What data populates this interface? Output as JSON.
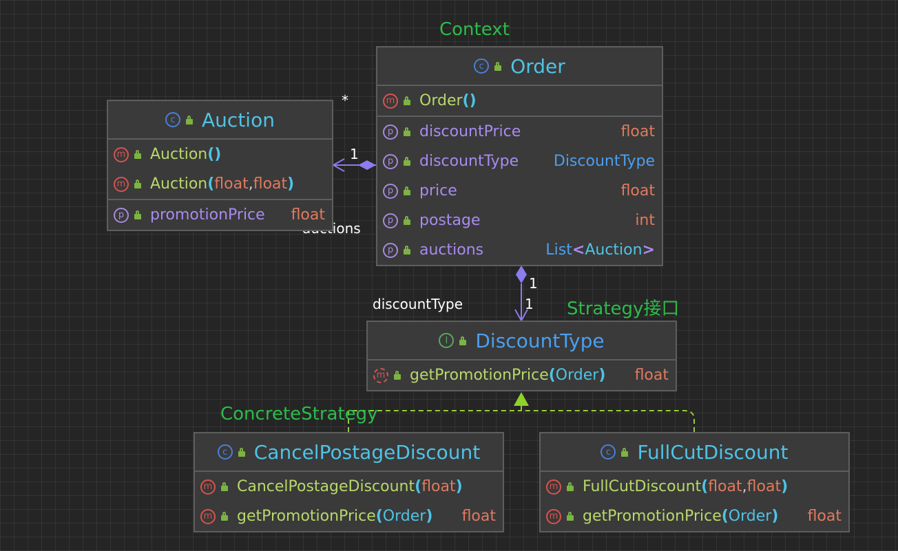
{
  "notes": {
    "context": "Context",
    "strategy": "Strategy接口",
    "concrete": "ConcreteStrategy"
  },
  "edge_labels": {
    "star": "*",
    "one_left": "1",
    "auctions": "auctions",
    "one_top": "1",
    "one_bottom": "1",
    "discount_type": "discountType"
  },
  "classes": {
    "order": {
      "name": "Order",
      "kind": "c",
      "constructor": "Order",
      "props": [
        {
          "name": "discountPrice",
          "type": "float"
        },
        {
          "name": "discountType",
          "type": "DiscountType"
        },
        {
          "name": "price",
          "type": "float"
        },
        {
          "name": "postage",
          "type": "int"
        },
        {
          "name": "auctions",
          "type_list": "List",
          "type_arg": "Auction"
        }
      ]
    },
    "auction": {
      "name": "Auction",
      "kind": "c",
      "ctor1": "Auction",
      "ctor2": "Auction",
      "ctor2_p1": "float",
      "ctor2_p2": "float",
      "prop_name": "promotionPrice",
      "prop_type": "float"
    },
    "discount_type": {
      "name": "DiscountType",
      "kind": "I",
      "method": "getPromotionPrice",
      "param": "Order",
      "ret": "float"
    },
    "cancel_postage": {
      "name": "CancelPostageDiscount",
      "kind": "c",
      "ctor": "CancelPostageDiscount",
      "ctor_p": "float",
      "method": "getPromotionPrice",
      "param": "Order",
      "ret": "float"
    },
    "full_cut": {
      "name": "FullCutDiscount",
      "kind": "c",
      "ctor": "FullCutDiscount",
      "ctor_p1": "float",
      "ctor_p2": "float",
      "method": "getPromotionPrice",
      "param": "Order",
      "ret": "float"
    }
  },
  "badges": {
    "class": "c",
    "method": "m",
    "property": "p",
    "interface": "I"
  },
  "glyphs": {
    "open": "(",
    "close": ")",
    "comma": ", ",
    "lt": "<",
    "gt": ">"
  },
  "colors": {
    "note": "#2dbb4a",
    "association": "#8b7cf0",
    "realization": "#9acd32"
  }
}
